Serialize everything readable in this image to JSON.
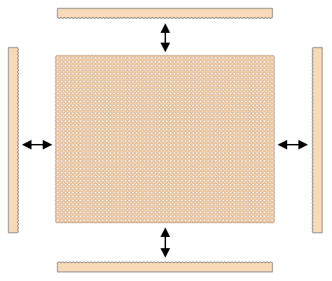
{
  "colors": {
    "strip_fill": "#f8d9b8",
    "strip_stroke": "#6f6f6f",
    "pad_fill": "#f7d4b0",
    "pad_dot_fill": "#fdf0e2",
    "pad_dot_stroke": "#a8846a",
    "arrow": "#000000",
    "background": "#ffffff"
  },
  "diagram": {
    "central_pad": {
      "name": "dotted-pad",
      "dot_columns": 58,
      "dot_rows": 42
    },
    "strips": [
      {
        "name": "top-strip",
        "side": "top",
        "edge": "serrated-bottom"
      },
      {
        "name": "bottom-strip",
        "side": "bottom",
        "edge": "serrated-top"
      },
      {
        "name": "left-strip",
        "side": "left",
        "edge": "serrated-right"
      },
      {
        "name": "right-strip",
        "side": "right",
        "edge": "serrated-left"
      }
    ],
    "arrows": [
      {
        "name": "top-arrow",
        "direction": "vertical",
        "style": "double-headed"
      },
      {
        "name": "bottom-arrow",
        "direction": "vertical",
        "style": "double-headed"
      },
      {
        "name": "left-arrow",
        "direction": "horizontal",
        "style": "double-headed"
      },
      {
        "name": "right-arrow",
        "direction": "horizontal",
        "style": "double-headed"
      }
    ]
  }
}
